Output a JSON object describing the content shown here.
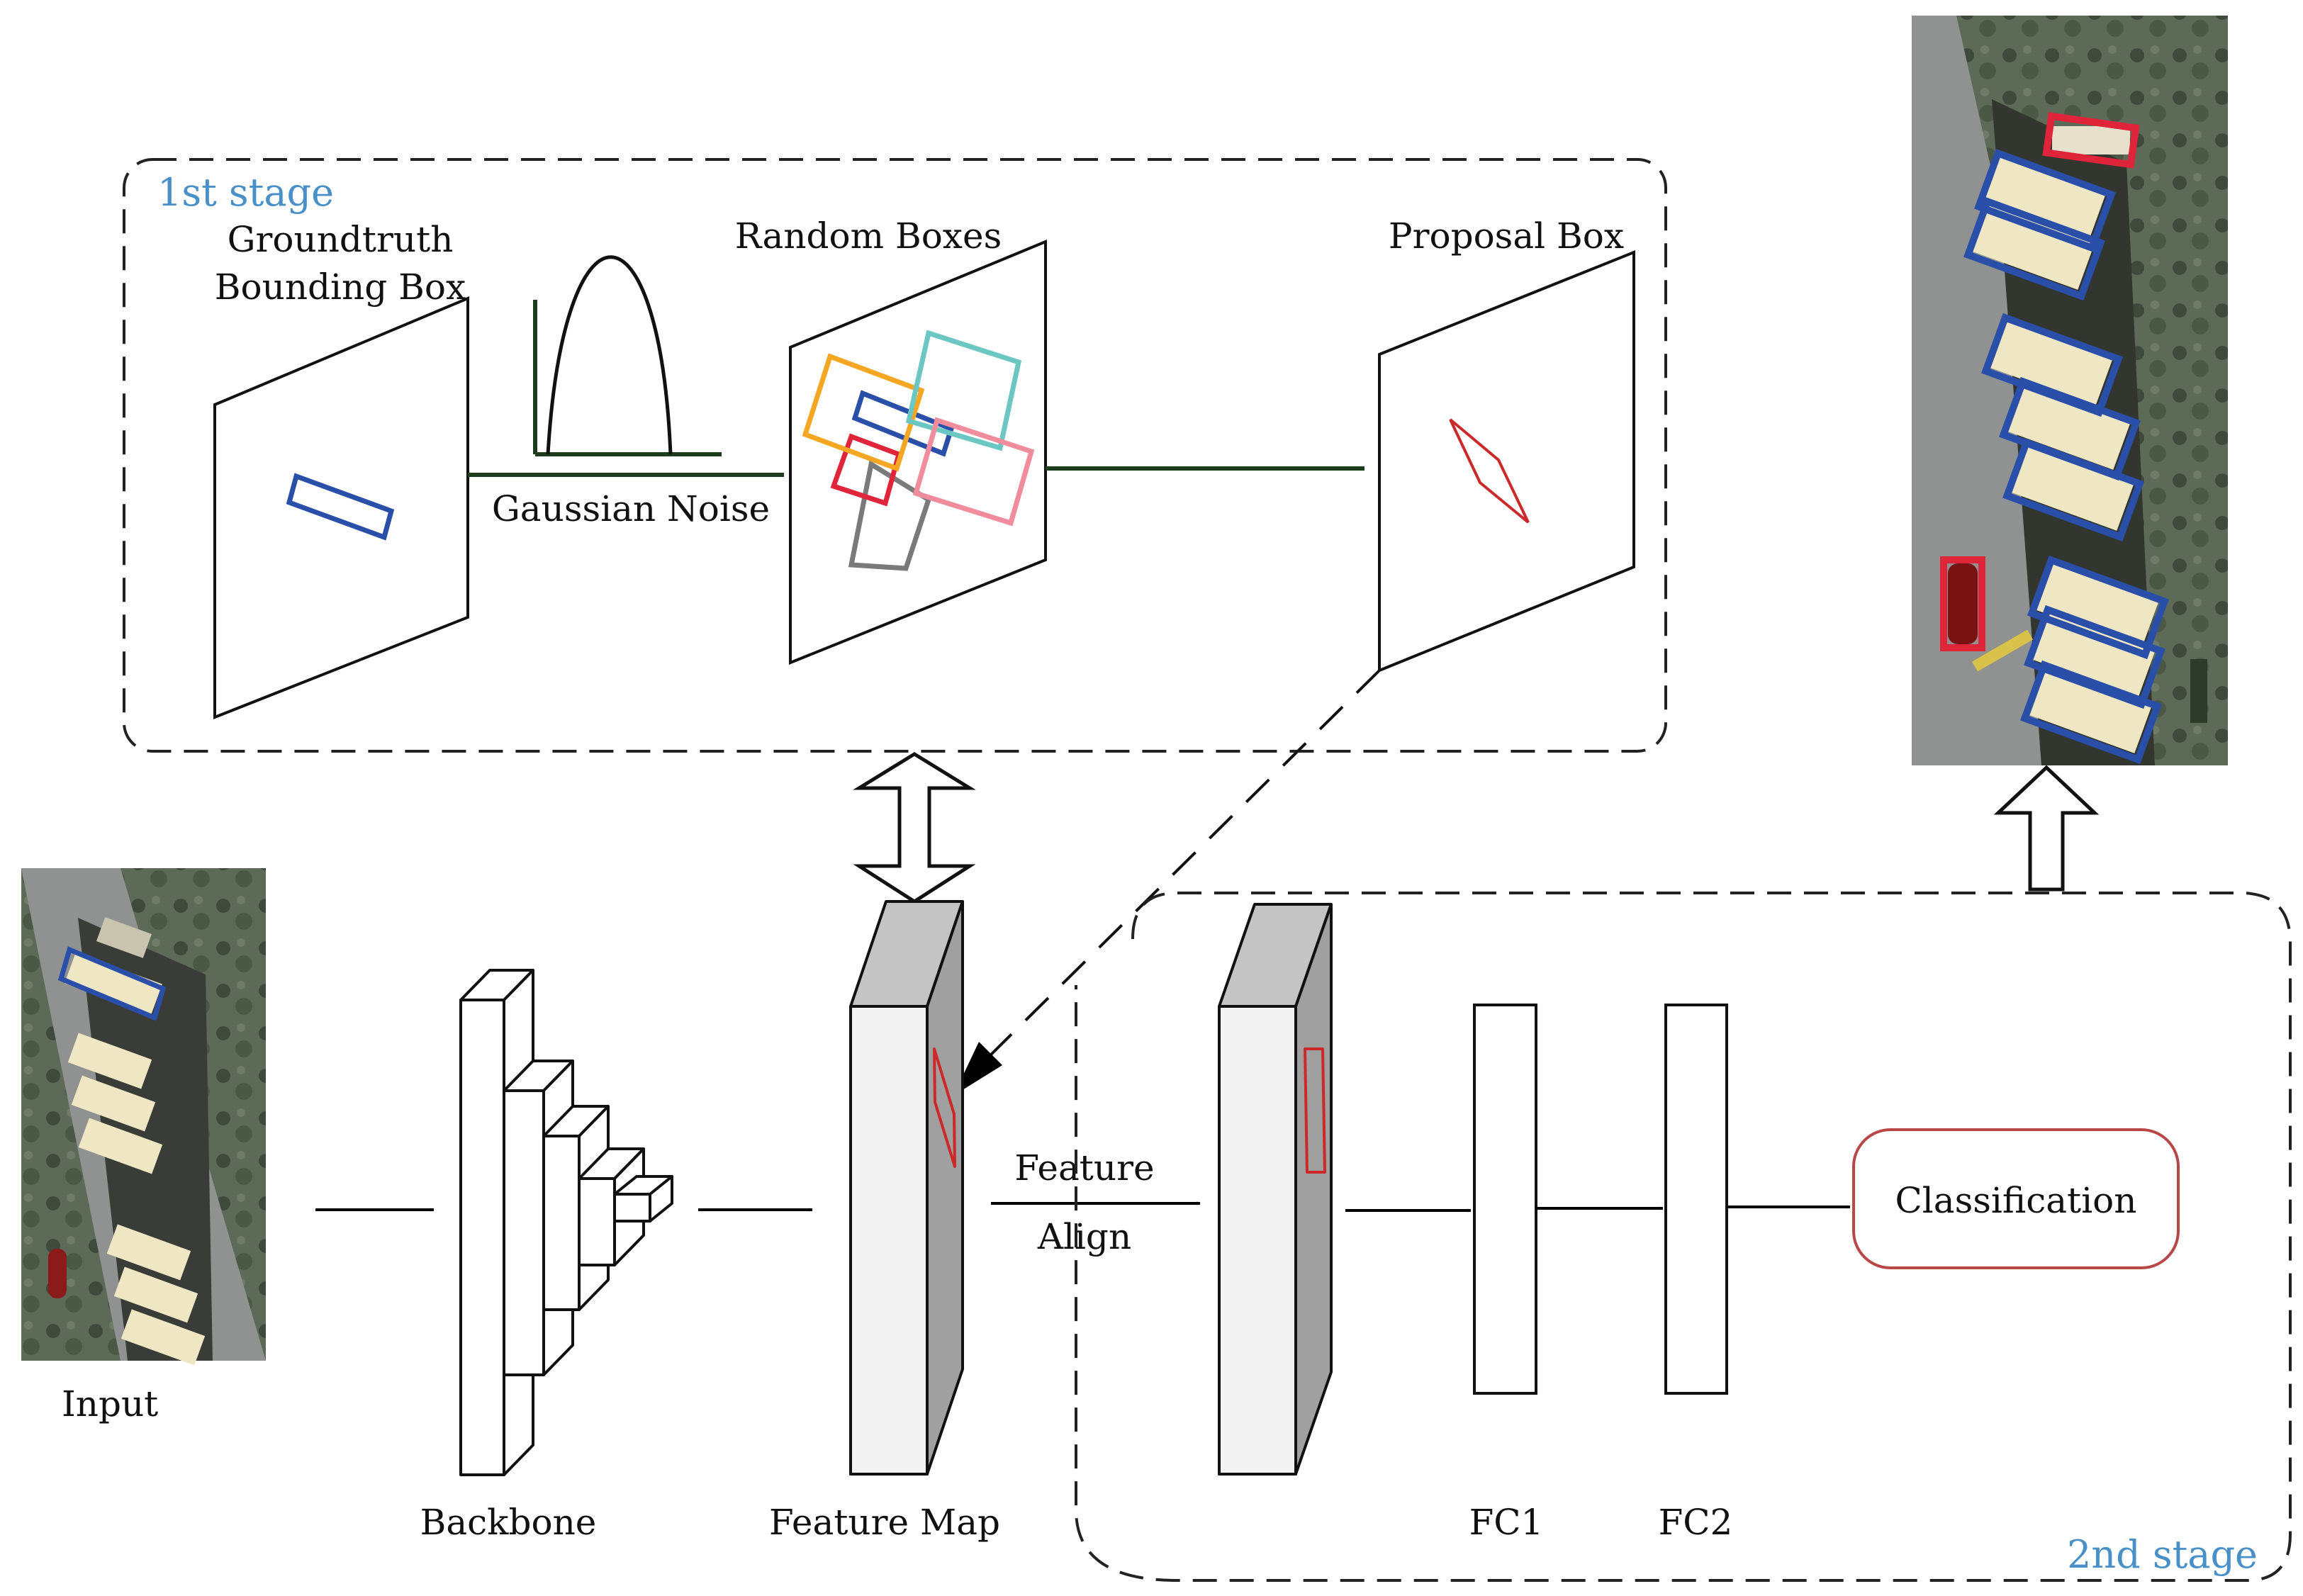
{
  "stage1": {
    "label": "1st stage",
    "color": "#4a90c8"
  },
  "stage2": {
    "label": "2nd stage",
    "color": "#4a90c8"
  },
  "labels": {
    "groundtruth_line1": "Groundtruth",
    "groundtruth_line2": "Bounding Box",
    "random_boxes": "Random Boxes",
    "proposal_box": "Proposal Box",
    "gaussian_noise": "Gaussian Noise",
    "input": "Input",
    "backbone": "Backbone",
    "feature_map": "Feature Map",
    "feature_align_line1": "Feature",
    "feature_align_line2": "Align",
    "fc1": "FC1",
    "fc2": "FC2",
    "classification": "Classification"
  },
  "colors": {
    "arrow_green": "#1d3d1d",
    "gt_box": "#2a4fa8",
    "proposal": "#cc2a2a",
    "classification_border": "#b84848",
    "random_boxes": [
      "#f5a623",
      "#6cc7c2",
      "#2a4fa8",
      "#e0243a",
      "#f08c9c",
      "#7a7a7a"
    ]
  },
  "icons": {
    "gaussian": "gaussian-curve-icon",
    "input_image": "aerial-parking-lot-image",
    "output_image": "aerial-parking-lot-detections-image"
  }
}
